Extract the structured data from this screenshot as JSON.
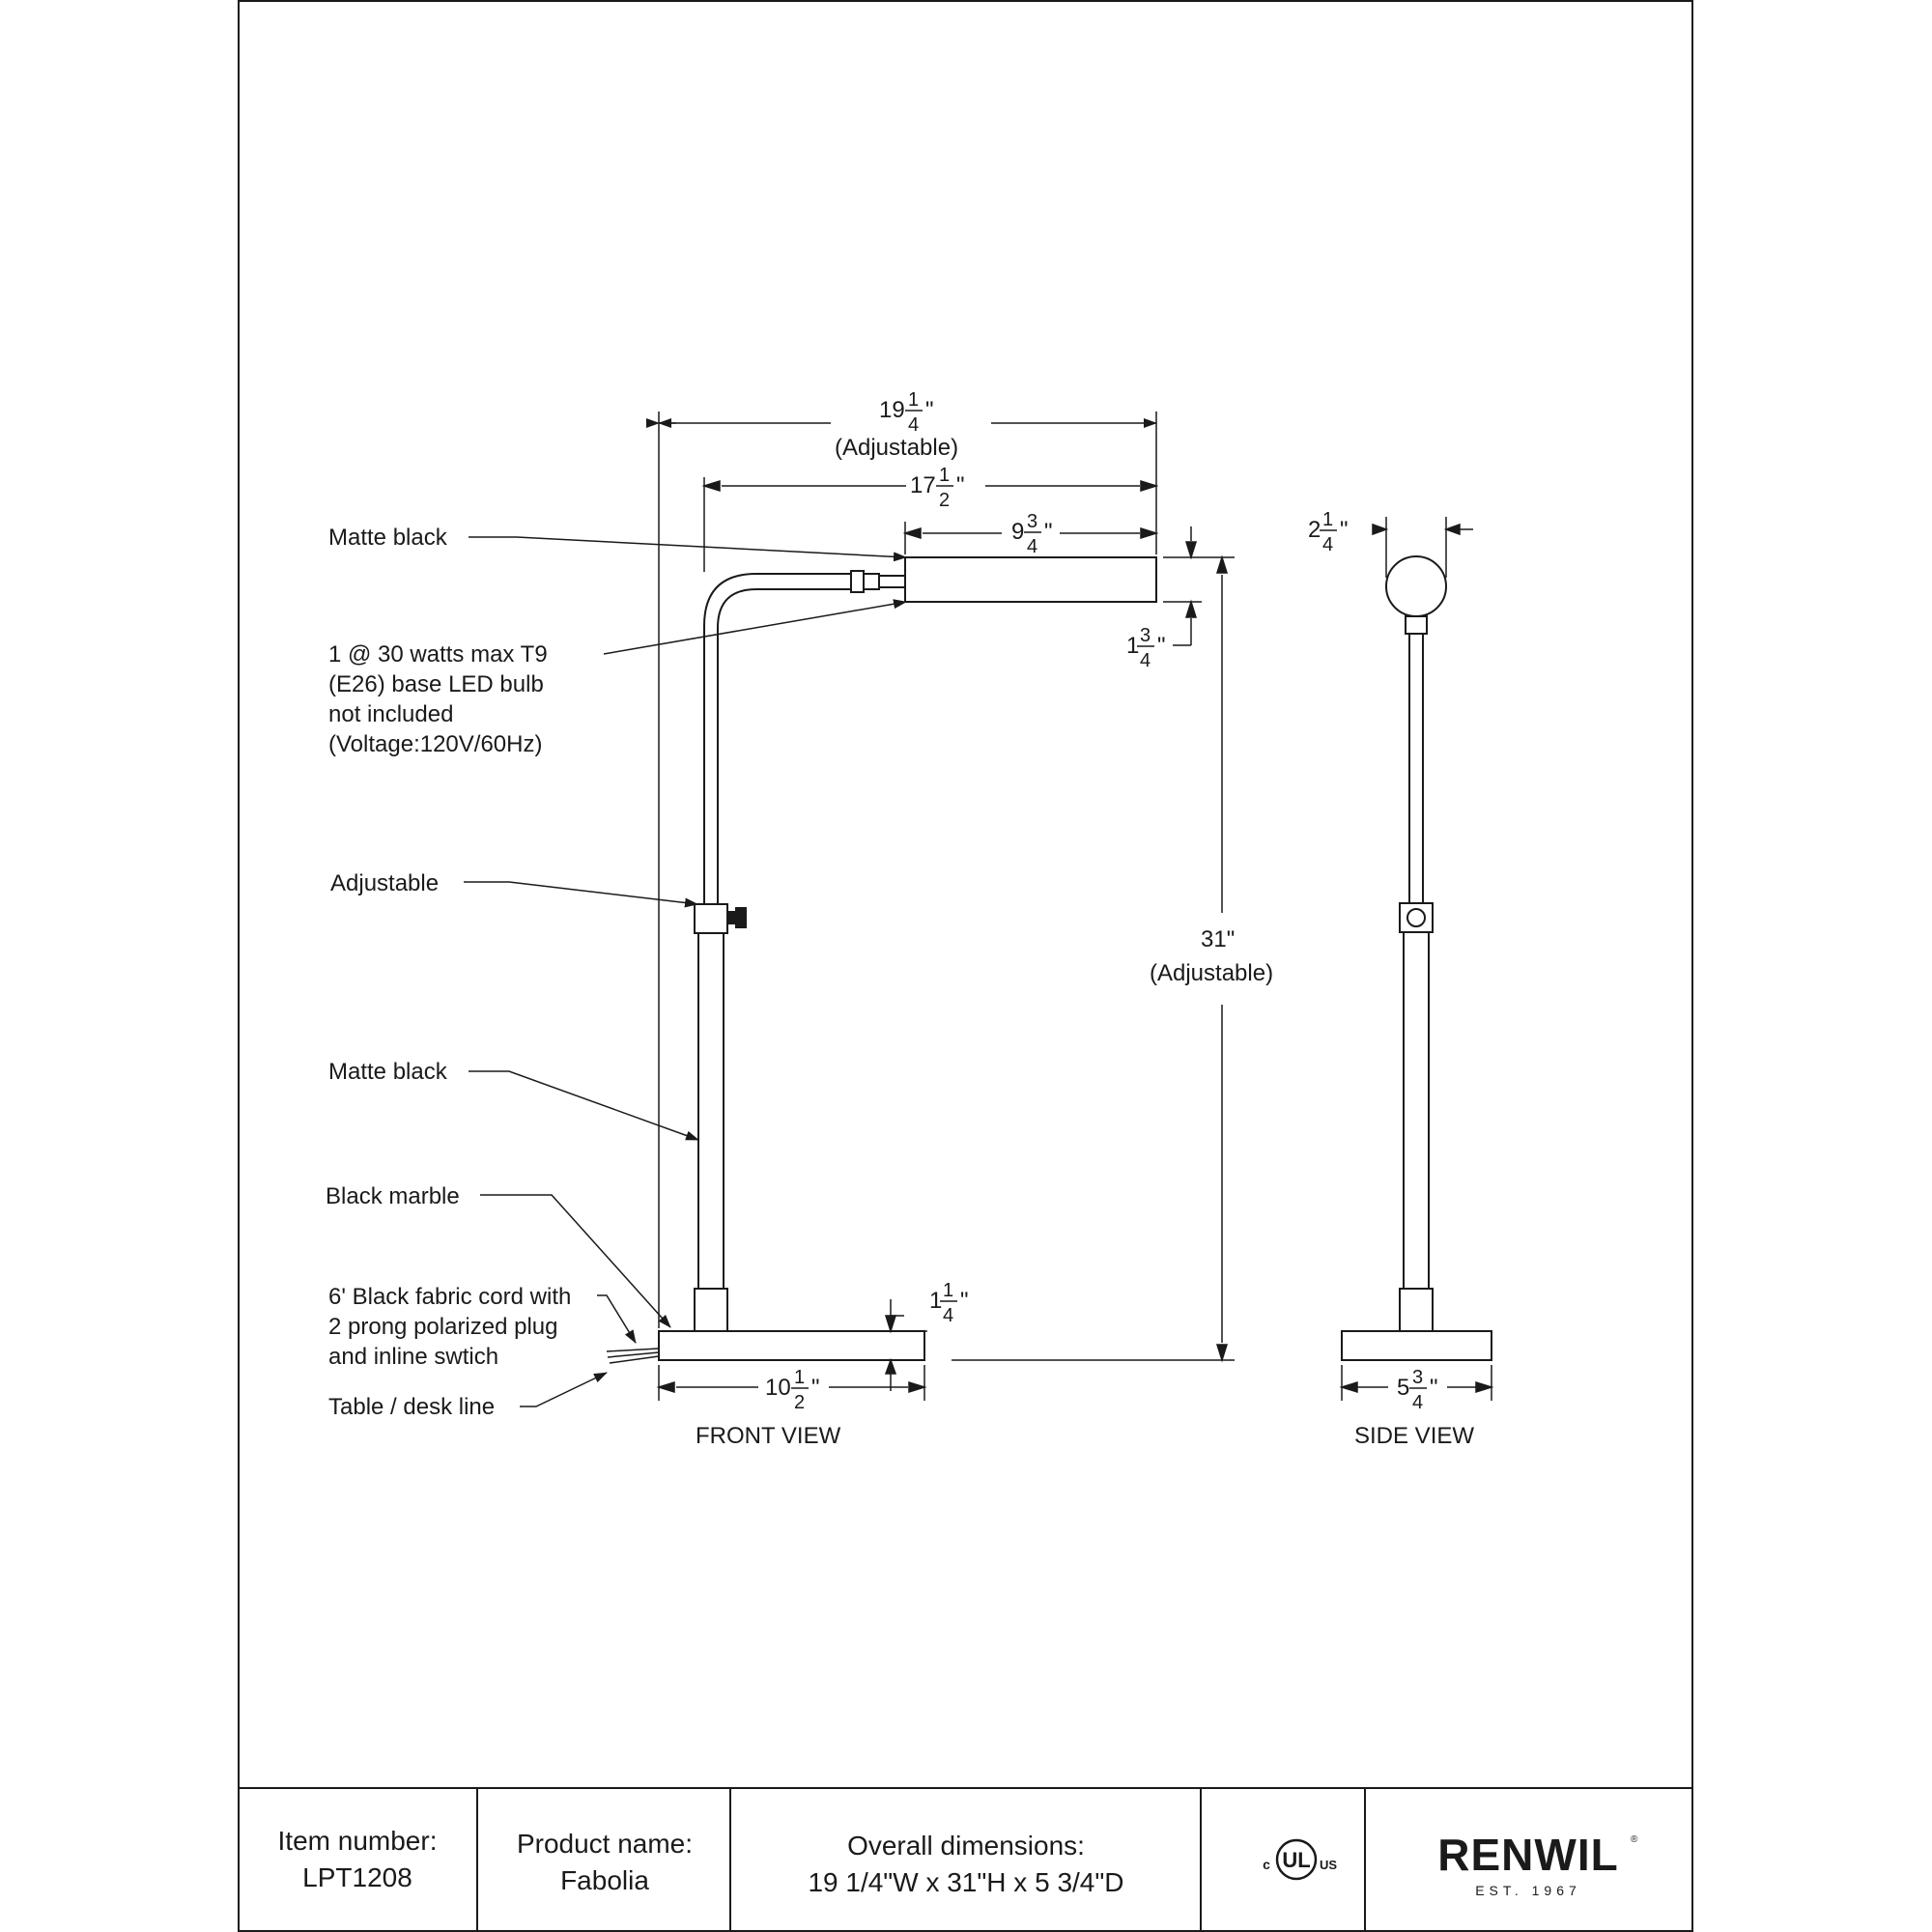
{
  "dimensions": {
    "overall_width": {
      "whole": "19",
      "num": "1",
      "den": "4",
      "note": "(Adjustable)"
    },
    "arm_width": {
      "whole": "17",
      "num": "1",
      "den": "2"
    },
    "shade_width": {
      "whole": "9",
      "num": "3",
      "den": "4"
    },
    "shade_height": {
      "whole": "1",
      "num": "3",
      "den": "4"
    },
    "overall_height": {
      "text": "31\"",
      "note": "(Adjustable)"
    },
    "base_height": {
      "whole": "1",
      "num": "1",
      "den": "4"
    },
    "base_width": {
      "whole": "10",
      "num": "1",
      "den": "2"
    },
    "shade_depth": {
      "whole": "2",
      "num": "1",
      "den": "4"
    },
    "base_depth": {
      "whole": "5",
      "num": "3",
      "den": "4"
    }
  },
  "callouts": {
    "shade_finish": "Matte black",
    "bulb": [
      "1 @ 30 watts max T9",
      "(E26) base LED bulb",
      "not included",
      "(Voltage:120V/60Hz)"
    ],
    "adjustable": "Adjustable",
    "pole_finish": "Matte black",
    "base_material": "Black marble",
    "cord": [
      "6' Black fabric cord with",
      "2 prong polarized plug",
      "and inline swtich"
    ],
    "table_line": "Table / desk line"
  },
  "views": {
    "front": "FRONT VIEW",
    "side": "SIDE VIEW"
  },
  "title_block": {
    "item_label": "Item number:",
    "item_value": "LPT1208",
    "product_label": "Product name:",
    "product_value": "Fabolia",
    "dims_label": "Overall dimensions:",
    "dims_value": "19 1/4\"W x 31\"H  x 5 3/4\"D",
    "cert_logo": "c UL us",
    "brand": "RENWIL",
    "brand_tagline": "EST. 1967"
  }
}
